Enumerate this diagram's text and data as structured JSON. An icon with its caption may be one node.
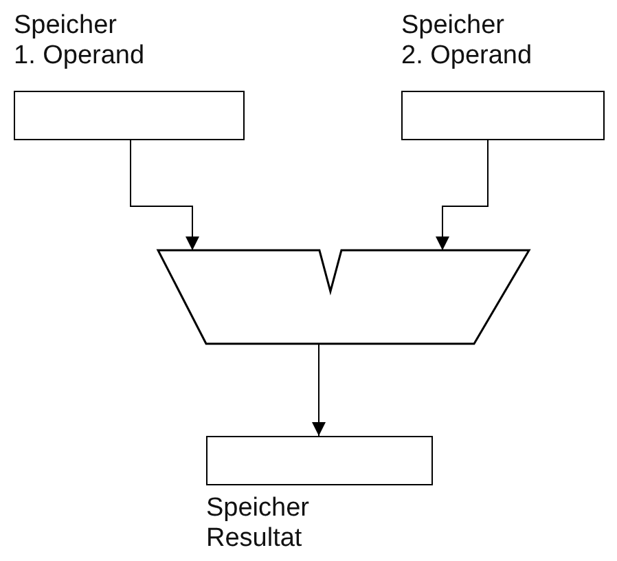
{
  "diagram": {
    "nodes": [
      {
        "text": [
          "Speicher 1. Operand"
        ]
      },
      {
        "text": [
          "Speicher 2. Operand"
        ]
      },
      {
        "text": [],
        "shape": "trapezoid"
      },
      {
        "text": [
          "Speicher Resultat"
        ]
      }
    ],
    "edges": [
      {
        "from": 0,
        "to": 2,
        "arrow": "to"
      },
      {
        "from": 1,
        "to": 2,
        "arrow": "to"
      },
      {
        "from": 2,
        "to": 3,
        "arrow": "to"
      }
    ]
  }
}
